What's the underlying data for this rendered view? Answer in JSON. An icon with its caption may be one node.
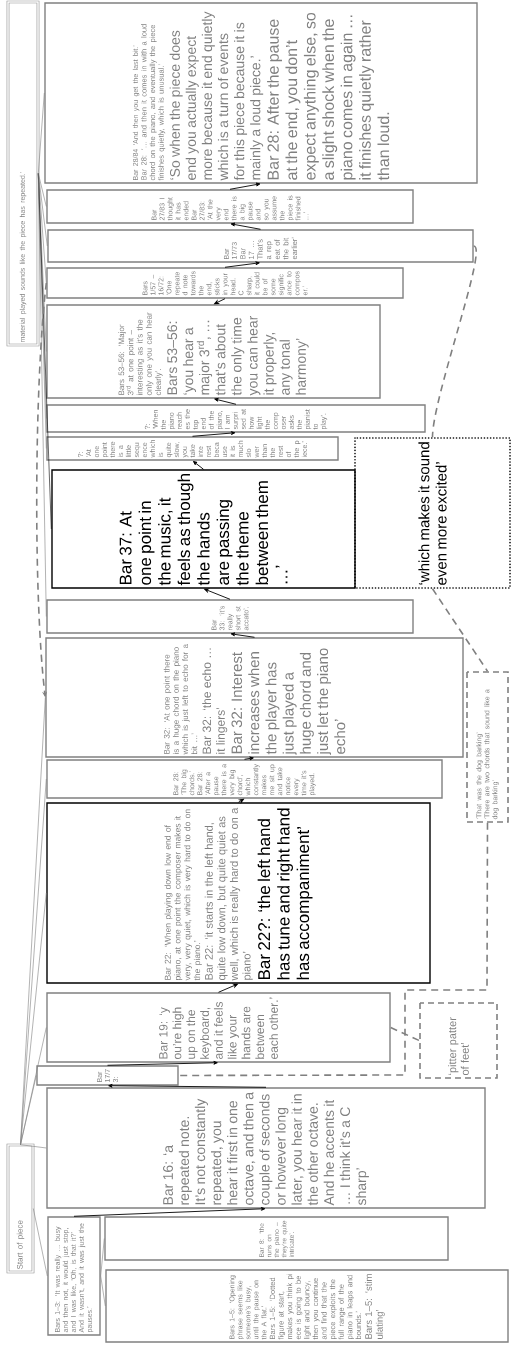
{
  "diagram": {
    "nodes": [
      {
        "text": [
          "Start of piece"
        ]
      },
      {
        "text": [
          "material played sounds like the piece has repeated.’"
        ]
      },
      {
        "text": [
          "Bars 1–3: ‘It was really … busy and then not, it would just stop, and I was like, ‘Oh, is that it?’ And it wasn’t, and it was just the pauses.’"
        ]
      },
      {
        "text": [
          "Bars 1–5: ‘Opening phrase seems like someone’s busy, until the pause on the A flat.’",
          "Bars 1–5: ‘Dotted figure at start, makes you think piece is going to be light and bouncy, then you continue and find that the piece exploits the full range of the piano in leaps and bounds.’",
          "Bars 1–5: ‘stimulating’"
        ]
      },
      {
        "text": [
          "Bar 8: ‘the runs on the piano – they’re quite intricate’."
        ]
      },
      {
        "text": [
          "Bar 16: ‘a repeated note. It’s not constantly repeated, you hear it first in one octave, and then a couple of seconds or however long later, you hear it in the other octave. And he accents it … I think it’s a C sharp’"
        ]
      },
      {
        "text": [
          "Bar 17/73:"
        ]
      },
      {
        "text": [
          "Bar 19: ‘you’re high up on the keyboard, and it feels like your hands are between each other.’"
        ]
      },
      {
        "text": [
          "‘pitter patter of feet’"
        ]
      },
      {
        "text": [
          "Bar 22: ‘When playing down low end of piano, at one point the composer makes it very, very quiet, which is very hard to do on the piano.’",
          "Bar 22: ‘it starts in the left hand, quite low down, but quite quiet as well, which is really hard to do on a piano’",
          "Bar 22?: ‘the left hand has tune and right hand has accompaniment’"
        ]
      },
      {
        "text": [
          "Bar 28: ‘The big chords.’",
          "Bar 28: ‘After a pause there is a very big chord’, which constantly makes me sit up and take notice every time it’s played."
        ]
      },
      {
        "text": [
          "Bar 32: ‘At one point there is a huge chord on the piano which is just left to echo for a bit …’",
          "Bar 32: ‘the echo … it lingers’",
          "Bar 32: Interest increases when the player has just played a huge chord and just let the piano echo’"
        ]
      },
      {
        "text": [
          "‘That was the dog barking’",
          "‘There are two chords that sound like a dog barking’"
        ]
      },
      {
        "text": [
          "Bar 33: ‘it’s really short staccato’."
        ]
      },
      {
        "text": [
          "Bar 37: At one point in the music, it feels as though the hands are passing the theme between them …’"
        ]
      },
      {
        "text": [
          "‘which makes it sound even more excited’"
        ]
      },
      {
        "text": [
          "?: ‘At one point there is a little sequence which is quite slow, you take interest because it is much slower than the rest of the piece.’"
        ]
      },
      {
        "text": [
          "?: ‘When the piano reaches the top end of the piano, I am surprised at how light the composer asks the pianist to play’."
        ]
      },
      {
        "text": [
          "Bars 53–56: ‘Major 3$^{rd}$ at one point – interesting as it’s the only one you can hear clearly’.",
          "Bars 53–56: ‘you hear a major 3$^{rd}$, … that’s about the only time you can hear it properly, any tonal harmony’"
        ]
      },
      {
        "text": [
          "Bars 1/57 – 16/72: ‘One repeated note towards the end, sticks in your head. C sharp, it could be of some significance to composer.’"
        ]
      },
      {
        "text": [
          "Bar 17/73",
          "Bar 17 … That’s a repeat of the bit earlier’"
        ]
      },
      {
        "text": [
          "Bar 27/83 I thought it has ended",
          "Bar 27/83: ‘At the very end there is a big pause and so you assume the piece is finished …’"
        ]
      },
      {
        "text": [
          "Bar 28/84 ‘And then you get the last bit.’",
          "Bar 28: ‘… and then it comes in with a loud chord on the piano, and eventually the piece finishes quietly, which is unusual.’",
          "‘So when the piece does end you actually expect more because it end quietly which is a turn of events for this piece because it is mainly a loud piece.’",
          "Bar 28: After the pause at the end, you don’t expect anything else, so a slight shock when the piano comes in again … it finishes quietly rather than loud."
        ]
      }
    ],
    "edges": [
      {
        "from": 2,
        "to": 5,
        "arrow": "to",
        "color": "#000000"
      },
      {
        "from": 5,
        "to": 6,
        "arrow": "to",
        "color": "#000000"
      },
      {
        "from": 6,
        "to": 7,
        "arrow": "to",
        "color": "#000000"
      },
      {
        "from": 7,
        "to": 9,
        "arrow": "to",
        "color": "#000000"
      },
      {
        "from": 9,
        "to": 10,
        "arrow": "to",
        "color": "#000000"
      },
      {
        "from": 10,
        "to": 11,
        "arrow": "to",
        "color": "#000000"
      },
      {
        "from": 11,
        "to": 13,
        "arrow": "to",
        "color": "#000000"
      },
      {
        "from": 13,
        "to": 14,
        "arrow": "to",
        "color": "#000000"
      },
      {
        "from": 14,
        "to": 16,
        "arrow": "to",
        "color": "#000000"
      },
      {
        "from": 16,
        "to": 17,
        "arrow": "to",
        "color": "#000000"
      },
      {
        "from": 17,
        "to": 18,
        "arrow": "to",
        "color": "#000000"
      },
      {
        "from": 19,
        "to": 18,
        "arrow": "to",
        "color": "#000000"
      },
      {
        "from": 19,
        "to": 20,
        "arrow": "to",
        "color": "#000000"
      },
      {
        "from": 20,
        "to": 21,
        "arrow": "to",
        "color": "#000000"
      },
      {
        "from": 21,
        "to": 22,
        "arrow": "to",
        "color": "#000000"
      },
      {
        "from": 0,
        "to": 2,
        "arrow": "none"
      },
      {
        "from": 0,
        "to": 5,
        "arrow": "none"
      },
      {
        "from": 0,
        "to": 6,
        "arrow": "none"
      },
      {
        "from": 0,
        "to": 7,
        "arrow": "none"
      },
      {
        "from": 0,
        "to": 9,
        "arrow": "none"
      },
      {
        "from": 0,
        "to": 10,
        "arrow": "none"
      },
      {
        "from": 0,
        "to": 11,
        "arrow": "none"
      },
      {
        "from": 2,
        "to": 4,
        "arrow": "none"
      },
      {
        "from": 2,
        "to": 3,
        "arrow": "none"
      },
      {
        "from": 1,
        "to": 22,
        "arrow": "none"
      },
      {
        "from": 1,
        "to": 21,
        "arrow": "none"
      },
      {
        "from": 1,
        "to": 20,
        "arrow": "none"
      },
      {
        "from": 1,
        "to": 19,
        "arrow": "none"
      },
      {
        "from": 1,
        "to": 18,
        "arrow": "none"
      },
      {
        "from": 1,
        "to": 17,
        "arrow": "none"
      },
      {
        "from": 1,
        "to": 16,
        "arrow": "none"
      },
      {
        "from": 1,
        "to": 14,
        "arrow": "none",
        "color": "#000000"
      },
      {
        "from": 1,
        "to": 13,
        "arrow": "none"
      },
      {
        "from": 20,
        "to": 15,
        "arrow": "none",
        "style": "dashed"
      },
      {
        "from": 15,
        "to": 12,
        "arrow": "none",
        "style": "dashed"
      },
      {
        "from": 12,
        "to": 6,
        "arrow": "none",
        "style": "dashed"
      },
      {
        "from": 7,
        "to": 8,
        "arrow": "none",
        "style": "dashed"
      },
      {
        "from": 19,
        "to": 11,
        "arrow": "to",
        "style": "dashed"
      }
    ]
  }
}
